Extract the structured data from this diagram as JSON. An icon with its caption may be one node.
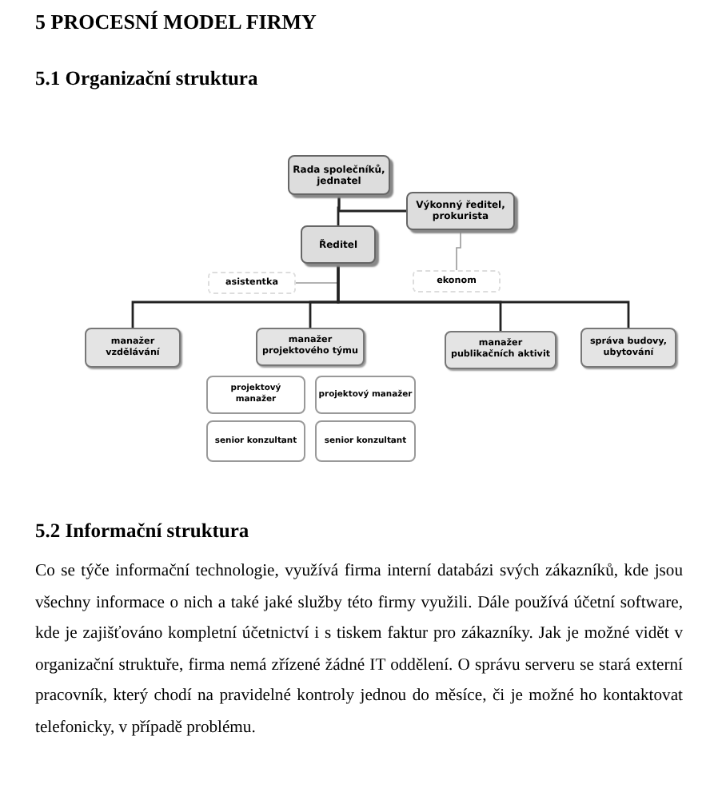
{
  "diagram": {
    "title": "5 PROCESNÍ MODEL FIRMY",
    "nodes": [
      {
        "text": [
          "Rada společníků, jednatel"
        ]
      },
      {
        "text": [
          "Výkonný ředitel, prokurista"
        ]
      },
      {
        "text": [
          "Ředitel"
        ]
      },
      {
        "text": [
          "asistentka"
        ]
      },
      {
        "text": [
          "ekonom"
        ]
      },
      {
        "text": [
          "manažer vzdělávání"
        ]
      },
      {
        "text": [
          "manažer projektového týmu"
        ]
      },
      {
        "text": [
          "manažer publikačních aktivit"
        ]
      },
      {
        "text": [
          "správa budovy, ubytování"
        ]
      },
      {
        "text": [
          "projektový manažer"
        ]
      },
      {
        "text": [
          "projektový manažer"
        ]
      },
      {
        "text": [
          "senior konzultant"
        ]
      },
      {
        "text": [
          "senior konzultant"
        ]
      }
    ],
    "edges": [
      {
        "from": 0,
        "to": 2,
        "arrow": "none"
      },
      {
        "from": 0,
        "to": 1,
        "arrow": "none"
      },
      {
        "from": 1,
        "to": 4,
        "arrow": "none",
        "color": "#999999"
      },
      {
        "from": 2,
        "to": 3,
        "arrow": "none",
        "color": "#999999"
      },
      {
        "from": 2,
        "to": 5,
        "arrow": "none"
      },
      {
        "from": 2,
        "to": 6,
        "arrow": "none"
      },
      {
        "from": 2,
        "to": 7,
        "arrow": "none"
      },
      {
        "from": 2,
        "to": 8,
        "arrow": "none"
      }
    ],
    "labels": [
      "5.1 Organizační struktura",
      "5.2 Informační struktura",
      "Co se týče informační technologie, využívá firma interní databázi svých zákazníků, kde jsou všechny informace o nich a také jaké služby této firmy využili. Dále používá účetní software, kde je zajišťováno kompletní účetnictví i s tiskem faktur pro zákazníky. Jak je možné vidět v organizační struktuře, firma nemá zřízené žádné IT oddělení. O správu serveru se stará externí pracovník, který chodí na pravidelné kontroly jednou do měsíce, či je možné ho kontaktovat telefonicky, v případě problému."
    ]
  }
}
